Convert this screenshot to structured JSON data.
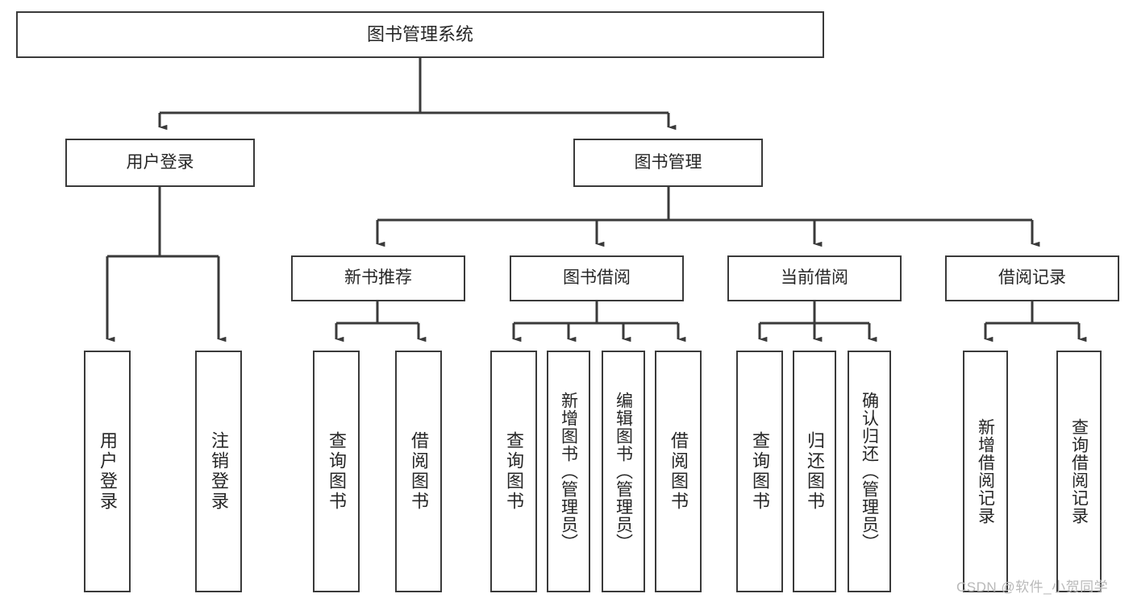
{
  "diagram": {
    "title": "图书管理系统",
    "type": "tree-hierarchy",
    "watermark": "CSDN @软件_小贺同学",
    "colors": {
      "node_border": "#3a3a3a",
      "node_fill": "#ffffff",
      "edge": "#3a3a3a",
      "text": "#262626",
      "watermark": "#b9b9b9",
      "background": "#ffffff"
    },
    "root": {
      "label": "图书管理系统"
    },
    "level2": [
      {
        "id": "user-login",
        "label": "用户登录"
      },
      {
        "id": "book-manage",
        "label": "图书管理"
      }
    ],
    "level3": [
      {
        "id": "new-book-rec",
        "label": "新书推荐",
        "parent": "book-manage"
      },
      {
        "id": "book-borrow",
        "label": "图书借阅",
        "parent": "book-manage"
      },
      {
        "id": "current-borrow",
        "label": "当前借阅",
        "parent": "book-manage"
      },
      {
        "id": "borrow-record",
        "label": "借阅记录",
        "parent": "book-manage"
      }
    ],
    "leaves": [
      {
        "id": "leaf-user-login",
        "label": "用户登录",
        "parent": "user-login"
      },
      {
        "id": "leaf-logout",
        "label": "注销登录",
        "parent": "user-login"
      },
      {
        "id": "leaf-query-book-1",
        "label": "查询图书",
        "parent": "new-book-rec"
      },
      {
        "id": "leaf-borrow-book-1",
        "label": "借阅图书",
        "parent": "new-book-rec"
      },
      {
        "id": "leaf-query-book-2",
        "label": "查询图书",
        "parent": "book-borrow"
      },
      {
        "id": "leaf-add-book",
        "label": "新增图书（管理员）",
        "parent": "book-borrow"
      },
      {
        "id": "leaf-edit-book",
        "label": "编辑图书（管理员）",
        "parent": "book-borrow"
      },
      {
        "id": "leaf-borrow-book-2",
        "label": "借阅图书",
        "parent": "book-borrow"
      },
      {
        "id": "leaf-query-book-3",
        "label": "查询图书",
        "parent": "current-borrow"
      },
      {
        "id": "leaf-return-book",
        "label": "归还图书",
        "parent": "current-borrow"
      },
      {
        "id": "leaf-confirm-return",
        "label": "确认归还（管理员）",
        "parent": "current-borrow"
      },
      {
        "id": "leaf-add-record",
        "label": "新增借阅记录",
        "parent": "borrow-record"
      },
      {
        "id": "leaf-query-record",
        "label": "查询借阅记录",
        "parent": "borrow-record"
      }
    ]
  }
}
